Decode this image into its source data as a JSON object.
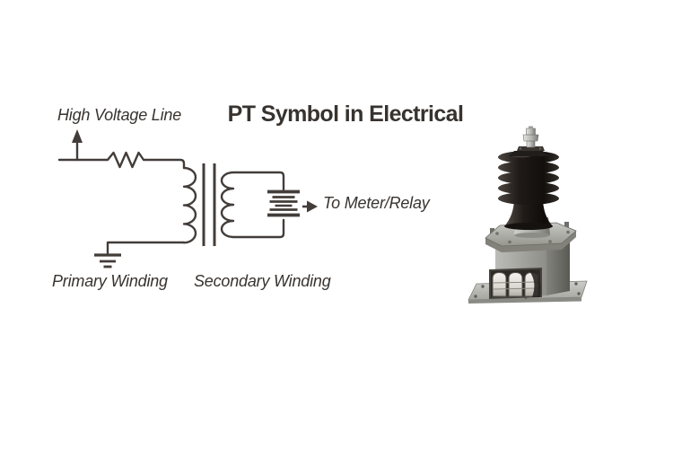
{
  "title": {
    "text": "PT Symbol in Electrical"
  },
  "schematic": {
    "labels": {
      "high_voltage_line": "High Voltage Line",
      "primary_winding": "Primary Winding",
      "secondary_winding": "Secondary Winding",
      "to_meter_relay": "To Meter/Relay"
    },
    "components": {
      "up_arrow": "high-voltage-line-arrow",
      "resistor": "series-resistor",
      "primary_coil": "primary-winding-coil",
      "core": "transformer-core",
      "secondary_coil": "secondary-winding-coil",
      "load": "burden-load-stack",
      "ground": "earth-ground",
      "out_arrow": "output-arrow"
    }
  },
  "photo": {
    "name": "potential-transformer-photo"
  },
  "theme": {
    "background": "#ffffff",
    "ink": "#38332f",
    "line": "#433d3a",
    "insulator_dark": "#1c1815",
    "metal_light": "#c9c9c5",
    "metal_mid": "#9a9a96",
    "metal_dark": "#62615d",
    "terminal_white": "#f2f0ec"
  }
}
